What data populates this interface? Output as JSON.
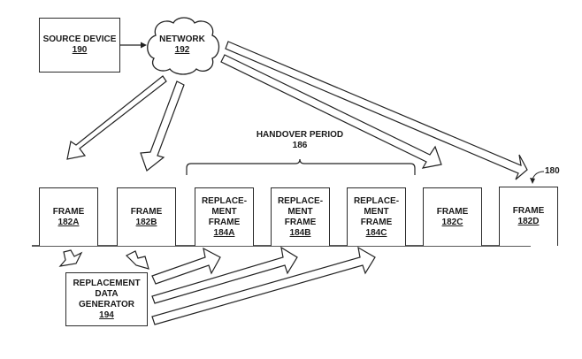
{
  "source_device": {
    "label": "SOURCE DEVICE",
    "ref": "190"
  },
  "network": {
    "label": "NETWORK",
    "ref": "192"
  },
  "handover": {
    "label": "HANDOVER PERIOD",
    "ref": "186"
  },
  "figure_ref": "180",
  "frames": [
    {
      "lines": [
        "FRAME"
      ],
      "ref": "182A",
      "type": "frame"
    },
    {
      "lines": [
        "FRAME"
      ],
      "ref": "182B",
      "type": "frame"
    },
    {
      "lines": [
        "REPLACE-",
        "MENT",
        "FRAME"
      ],
      "ref": "184A",
      "type": "replacement"
    },
    {
      "lines": [
        "REPLACE-",
        "MENT",
        "FRAME"
      ],
      "ref": "184B",
      "type": "replacement"
    },
    {
      "lines": [
        "REPLACE-",
        "MENT",
        "FRAME"
      ],
      "ref": "184C",
      "type": "replacement"
    },
    {
      "lines": [
        "FRAME"
      ],
      "ref": "182C",
      "type": "frame"
    },
    {
      "lines": [
        "FRAME"
      ],
      "ref": "182D",
      "type": "frame"
    }
  ],
  "generator": {
    "lines": [
      "REPLACEMENT",
      "DATA",
      "GENERATOR"
    ],
    "ref": "194"
  }
}
